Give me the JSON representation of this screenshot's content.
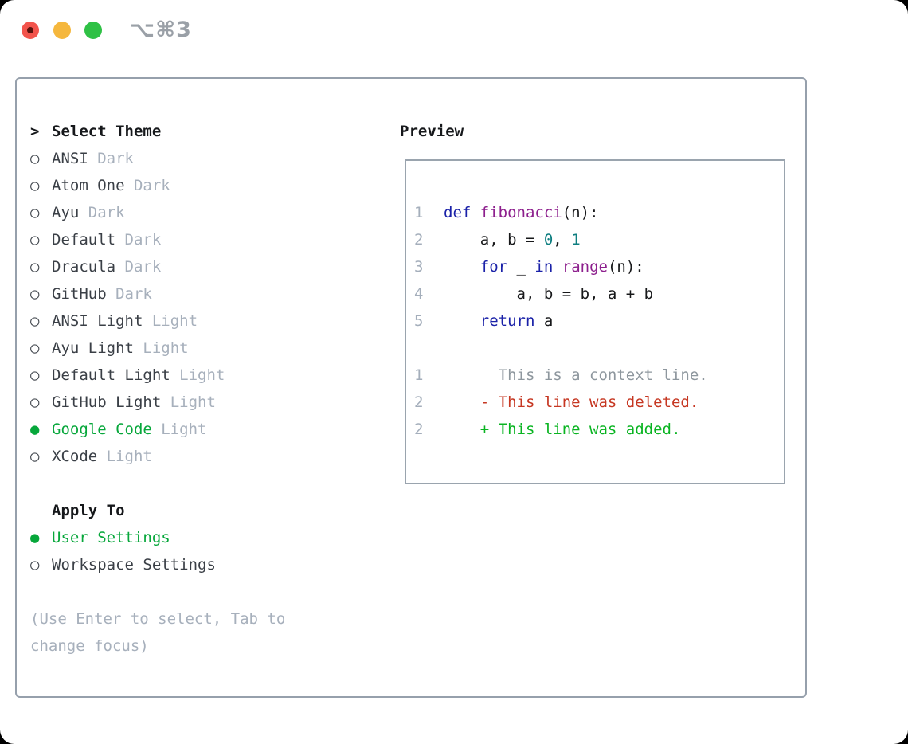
{
  "window": {
    "shortcut_label": "⌥⌘3",
    "traffic_light_colors": {
      "red": "#f2544c",
      "yellow": "#f5b73d",
      "green": "#2fc145"
    }
  },
  "colors": {
    "accent_green": "#07a73b",
    "syntax_keyword": "#1a21a8",
    "syntax_type": "#8d1f8d",
    "syntax_literal": "#0e7e80",
    "diff_deleted": "#c63722",
    "diff_added": "#09b421",
    "muted_text": "#a7b0bc",
    "frame_border": "#96a0ac"
  },
  "theme_panel": {
    "header_marker": ">",
    "header": "Select Theme",
    "bullet_unselected": "○",
    "bullet_selected": "●",
    "items": [
      {
        "name": "ANSI",
        "variant": "Dark",
        "selected": false
      },
      {
        "name": "Atom One",
        "variant": "Dark",
        "selected": false
      },
      {
        "name": "Ayu",
        "variant": "Dark",
        "selected": false
      },
      {
        "name": "Default",
        "variant": "Dark",
        "selected": false
      },
      {
        "name": "Dracula",
        "variant": "Dark",
        "selected": false
      },
      {
        "name": "GitHub",
        "variant": "Dark",
        "selected": false
      },
      {
        "name": "ANSI Light",
        "variant": "Light",
        "selected": false
      },
      {
        "name": "Ayu Light",
        "variant": "Light",
        "selected": false
      },
      {
        "name": "Default Light",
        "variant": "Light",
        "selected": false
      },
      {
        "name": "GitHub Light",
        "variant": "Light",
        "selected": false
      },
      {
        "name": "Google Code",
        "variant": "Light",
        "selected": true
      },
      {
        "name": "XCode",
        "variant": "Light",
        "selected": false
      }
    ]
  },
  "apply_panel": {
    "header": "Apply To",
    "options": [
      {
        "label": "User Settings",
        "selected": true
      },
      {
        "label": "Workspace Settings",
        "selected": false
      }
    ]
  },
  "help_lines": [
    "(Use Enter to select, Tab to",
    "change focus)"
  ],
  "preview": {
    "title": "Preview",
    "lines": [
      {
        "num": "1",
        "segments": [
          {
            "t": "def",
            "c": "kwd"
          },
          {
            "t": " ",
            "c": "pln"
          },
          {
            "t": "fibonacci",
            "c": "typ"
          },
          {
            "t": "(n):",
            "c": "pln"
          }
        ]
      },
      {
        "num": "2",
        "segments": [
          {
            "t": "    a, b = ",
            "c": "pln"
          },
          {
            "t": "0",
            "c": "lit"
          },
          {
            "t": ", ",
            "c": "pln"
          },
          {
            "t": "1",
            "c": "lit"
          }
        ]
      },
      {
        "num": "3",
        "segments": [
          {
            "t": "    ",
            "c": "pln"
          },
          {
            "t": "for",
            "c": "kwd"
          },
          {
            "t": " _ ",
            "c": "pln"
          },
          {
            "t": "in",
            "c": "kwd"
          },
          {
            "t": " ",
            "c": "pln"
          },
          {
            "t": "range",
            "c": "typ"
          },
          {
            "t": "(n):",
            "c": "pln"
          }
        ]
      },
      {
        "num": "4",
        "segments": [
          {
            "t": "        a, b = b, a + b",
            "c": "pln"
          }
        ]
      },
      {
        "num": "5",
        "segments": [
          {
            "t": "    ",
            "c": "pln"
          },
          {
            "t": "return",
            "c": "kwd"
          },
          {
            "t": " a",
            "c": "pln"
          }
        ]
      },
      {
        "num": "",
        "segments": []
      },
      {
        "num": "1",
        "segments": [
          {
            "t": "      This is a context line.",
            "c": "ctx"
          }
        ]
      },
      {
        "num": "2",
        "segments": [
          {
            "t": "    ",
            "c": "pln"
          },
          {
            "t": "- This line was deleted.",
            "c": "del"
          }
        ]
      },
      {
        "num": "2",
        "segments": [
          {
            "t": "    ",
            "c": "pln"
          },
          {
            "t": "+ This line was added.",
            "c": "add"
          }
        ]
      }
    ]
  }
}
